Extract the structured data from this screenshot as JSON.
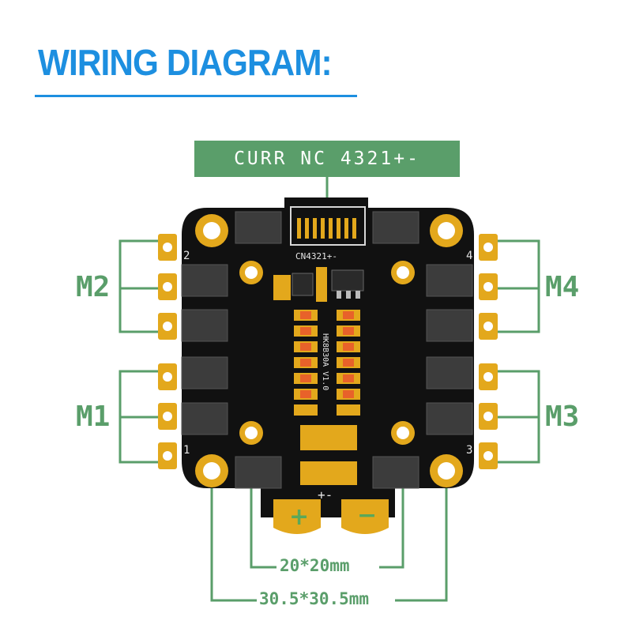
{
  "title": "WIRING DIAGRAM:",
  "connector_label": "CURR NC 4321+-",
  "motors": {
    "m1": "M1",
    "m2": "M2",
    "m3": "M3",
    "m4": "M4"
  },
  "board": {
    "connector_silk": "CN4321+-",
    "model_silk": "HK8B30A V1.0",
    "corner_numbers": {
      "c1": "1",
      "c2": "2",
      "c3": "3",
      "c4": "4"
    },
    "power_silk": "+-",
    "pad_plus": "+",
    "pad_minus": "−"
  },
  "dimensions": {
    "inner": "20*20mm",
    "outer": "30.5*30.5mm"
  },
  "colors": {
    "title": "#1d8fe0",
    "annotation": "#5a9e6a",
    "board": "#111111",
    "gold": "#e3a81c"
  }
}
